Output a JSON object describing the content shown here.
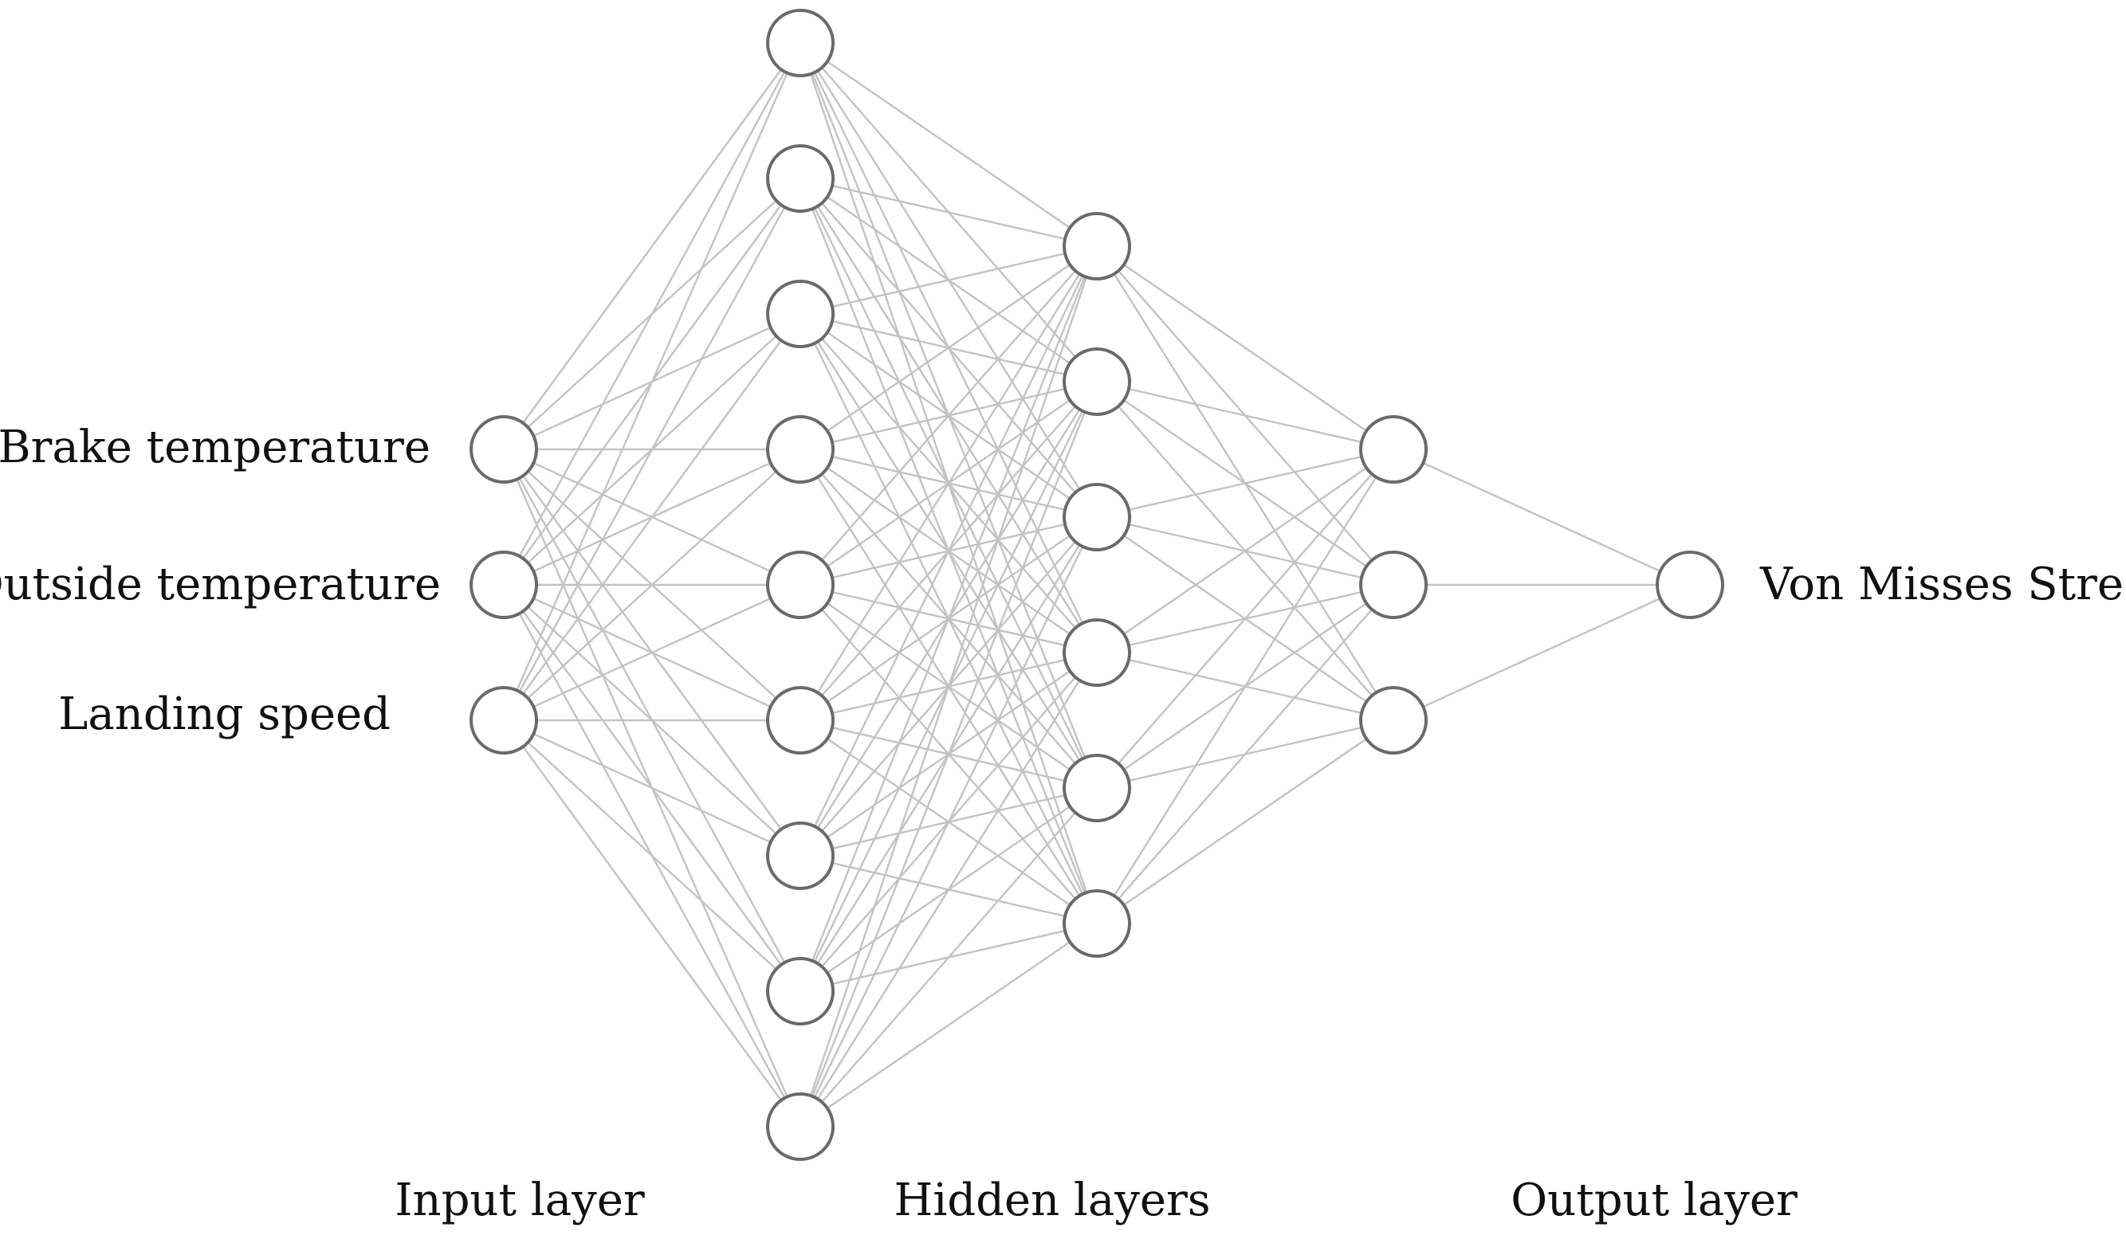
{
  "network": {
    "layer_sizes": [
      3,
      9,
      6,
      3,
      1
    ],
    "connectivity": "fully-connected"
  },
  "input_labels": [
    "Brake temperature",
    "Outside temperature",
    "Landing speed"
  ],
  "output_labels": [
    "Von Misses Stress"
  ],
  "layer_captions": {
    "input": "Input layer",
    "hidden": "Hidden layers",
    "output": "Output layer"
  },
  "colors": {
    "edge": "#c3c3c3",
    "node_stroke": "#6a6a6a",
    "node_fill": "#ffffff",
    "text": "#111111"
  }
}
